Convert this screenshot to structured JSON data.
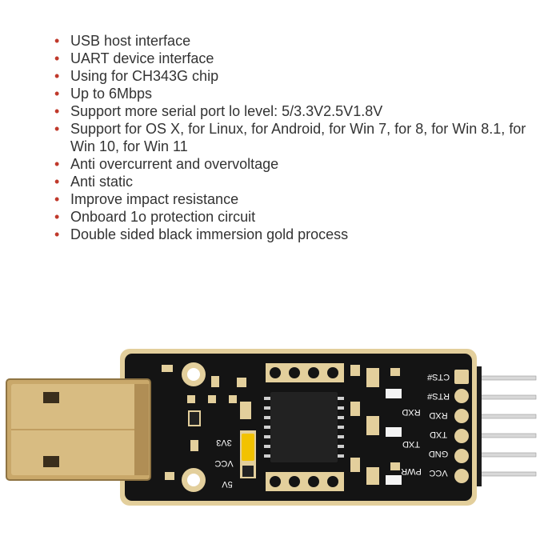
{
  "features": [
    "USB host interface",
    "UART device interface",
    "Using for CH343G chip",
    "Up to 6Mbps",
    "Support more serial port lo level: 5/3.3V2.5V1.8V",
    "Support for OS X, for Linux, for Android, for Win 7, for 8, for Win 8.1, for Win 10, for Win 11",
    "Anti overcurrent and overvoltage",
    "Anti static",
    "Improve impact resistance",
    "Onboard 1o protection circuit",
    "Double sided black immersion gold process"
  ],
  "board": {
    "pins": [
      "CTS#",
      "RTS#",
      "RXD",
      "TXD",
      "GND",
      "VCC"
    ],
    "leds": [
      "RXD",
      "TXD",
      "PWR"
    ],
    "jumper": [
      "3V3",
      "VCC",
      "5V"
    ]
  },
  "colors": {
    "bullet": "#c0392b",
    "pcb": "#141414",
    "pcb_edge": "#e3cf9c",
    "usb_metal": "#c9a86a",
    "jumper": "#f2c200"
  }
}
